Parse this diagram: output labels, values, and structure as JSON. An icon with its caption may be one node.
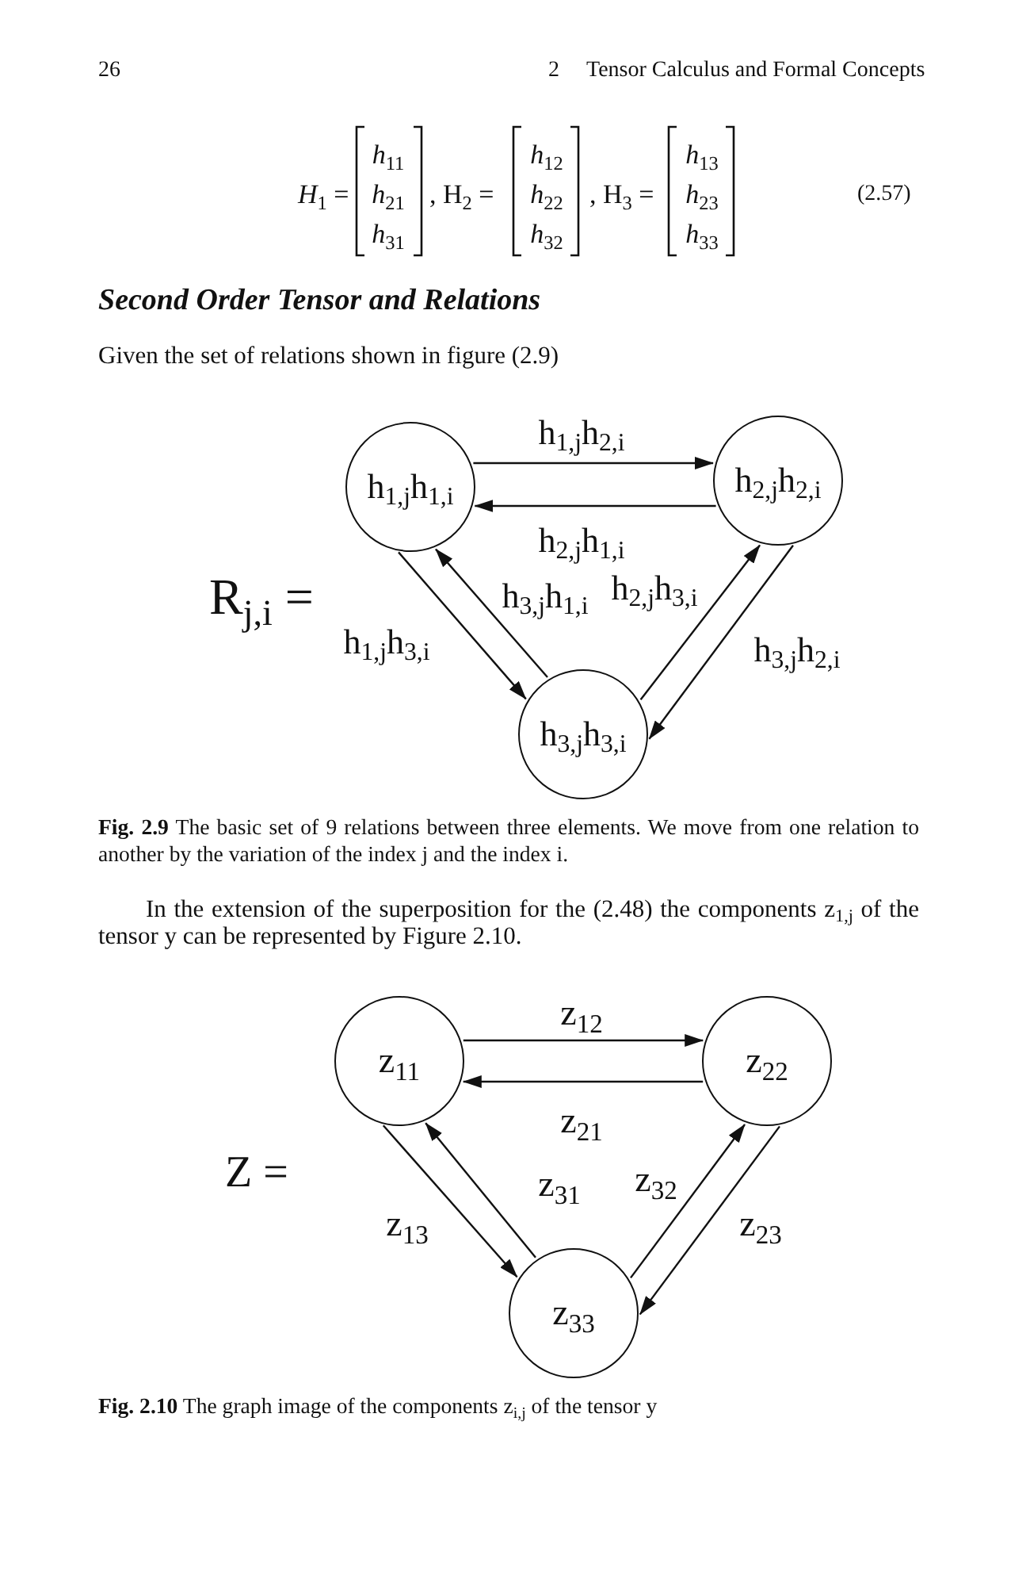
{
  "diagram": {
    "nodes": [
      {
        "text": [
          "h$_{1,j}$h$_{1,i}$"
        ]
      },
      {
        "text": [
          "h$_{2,j}$h$_{2,i}$"
        ]
      },
      {
        "text": [
          "h$_{3,j}$h$_{3,i}$"
        ]
      },
      {
        "text": [
          "z$_{11}$"
        ]
      },
      {
        "text": [
          "z$_{22}$"
        ]
      },
      {
        "text": [
          "z$_{33}$"
        ]
      }
    ],
    "edges": [
      {
        "from": 0,
        "to": 1,
        "arrow": "to",
        "label": "h$_{1,j}$h$_{2,i}$"
      },
      {
        "from": 1,
        "to": 0,
        "arrow": "to",
        "label": "h$_{2,j}$h$_{1,i}$"
      },
      {
        "from": 0,
        "to": 2,
        "arrow": "to",
        "label": "h$_{1,j}$h$_{3,i}$"
      },
      {
        "from": 2,
        "to": 0,
        "arrow": "to",
        "label": "h$_{3,j}$h$_{1,i}$"
      },
      {
        "from": 2,
        "to": 1,
        "arrow": "to",
        "label": "h$_{2,j}$h$_{3,i}$"
      },
      {
        "from": 1,
        "to": 2,
        "arrow": "to",
        "label": "h$_{3,j}$h$_{2,i}$"
      },
      {
        "from": 3,
        "to": 4,
        "arrow": "to",
        "label": "z$_{12}$"
      },
      {
        "from": 4,
        "to": 3,
        "arrow": "to",
        "label": "z$_{21}$"
      },
      {
        "from": 3,
        "to": 5,
        "arrow": "to",
        "label": "z$_{13}$"
      },
      {
        "from": 5,
        "to": 3,
        "arrow": "to",
        "label": "z$_{31}$"
      },
      {
        "from": 5,
        "to": 4,
        "arrow": "to",
        "label": "z$_{32}$"
      },
      {
        "from": 4,
        "to": 5,
        "arrow": "to",
        "label": "z$_{23}$"
      }
    ],
    "labels": [
      "26",
      "2",
      "Tensor Calculus and Formal Concepts",
      "*H*$_{1}$ =",
      "*h*$_{11}$",
      "*h*$_{21}$",
      "*h*$_{31}$",
      ", H$_{2}$ =",
      "*h*$_{12}$",
      "*h*$_{22}$",
      "*h*$_{32}$",
      ", H$_{3}$ =",
      "*h*$_{13}$",
      "*h*$_{23}$",
      "*h*$_{33}$",
      "(2.57)",
      "Second Order Tensor and Relations",
      "Given the set of relations shown in figure (2.9)",
      "R$_{j,i}$ =",
      "**Fig. 2.9** The basic set of 9 relations between three elements. We move from one relation to another by the variation of the index j and the index i.",
      "In the extension of the superposition for the (2.48) the components z$_{1,j}$ of the tensor y can be represented by Figure 2.10.",
      "Z =",
      "**Fig. 2.10** The graph image of the components z$_{i,j}$ of the tensor y"
    ]
  }
}
